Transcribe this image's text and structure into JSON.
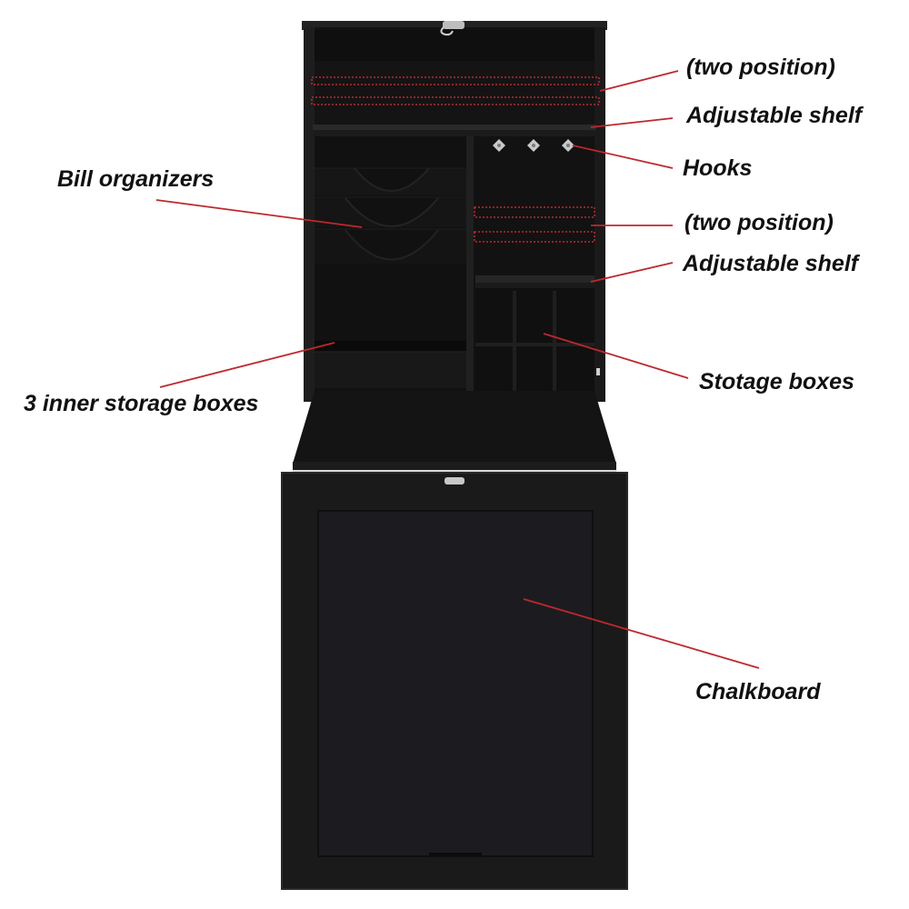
{
  "diagram": {
    "subject": "Wall-mounted fold-down cabinet desk",
    "colors": {
      "background": "#ffffff",
      "cabinet": "#151515",
      "cabinet_edge": "#2a2a2a",
      "chalkboard": "#1c1c1f",
      "leader_line": "#c0272d",
      "dotted_outline": "#c0272d",
      "label_text": "#111111"
    },
    "labels": {
      "top_two_position": "(two position)",
      "top_adjustable_shelf": "Adjustable shelf",
      "hooks": "Hooks",
      "mid_two_position": "(two position)",
      "mid_adjustable_shelf": "Adjustable shelf",
      "storage_boxes": "Stotage boxes",
      "bill_organizers": "Bill organizers",
      "inner_storage_boxes": "3 inner storage boxes",
      "chalkboard": "Chalkboard"
    },
    "hooks_count": 3,
    "storage_box_grid": {
      "rows": 2,
      "cols": 3
    },
    "bill_organizer_count": 3
  }
}
